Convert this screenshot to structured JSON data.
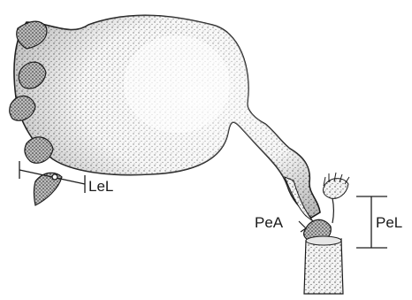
{
  "labels": {
    "leaf_length": "LeL",
    "petiole_angle": "PeA",
    "petiole_length": "PeL"
  }
}
